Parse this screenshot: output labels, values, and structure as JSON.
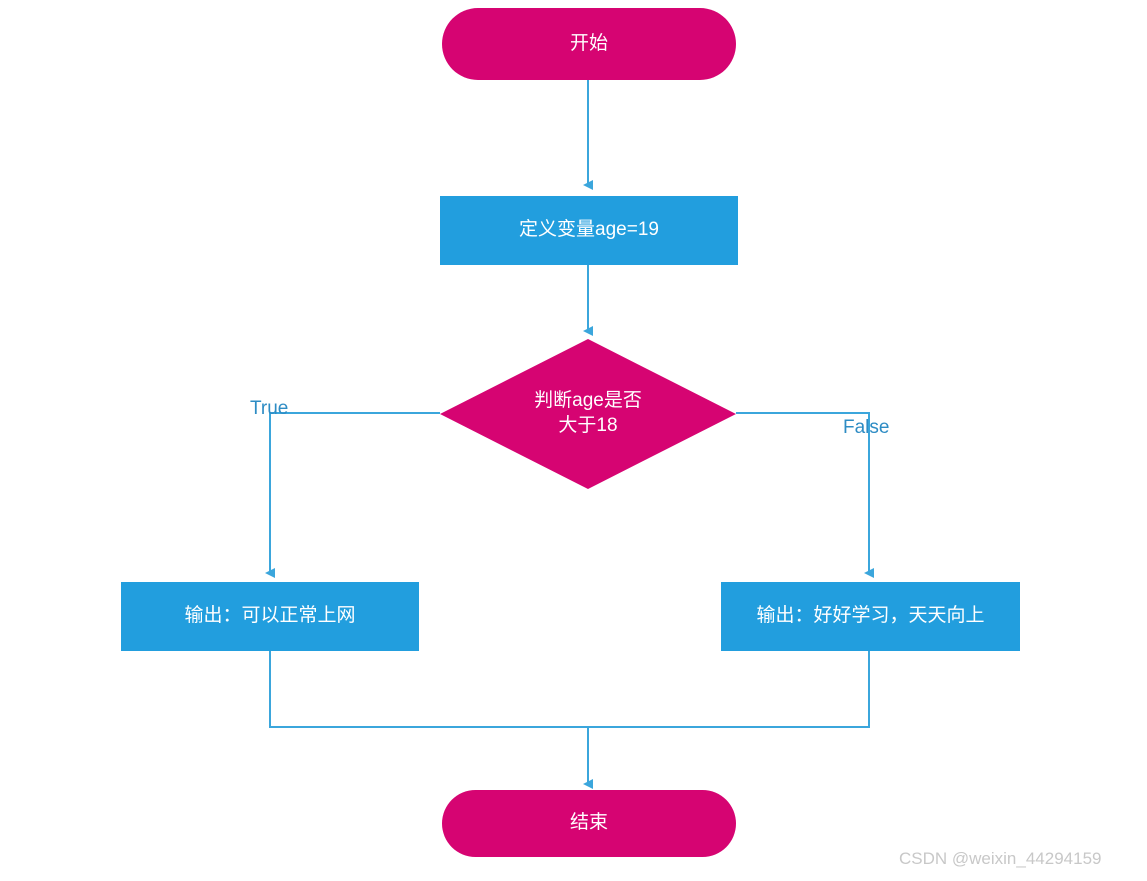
{
  "diagram": {
    "title": "age judgement flowchart",
    "colors": {
      "terminator_fill": "#D60472",
      "process_fill": "#229EDE",
      "edge_stroke": "#3BA6DC",
      "edge_label_text": "#2E8CC4",
      "node_text": "#FFFFFF",
      "background": "#FFFFFF",
      "watermark_text": "#C8C8C8"
    },
    "nodes": {
      "start": {
        "label": "开始",
        "shape": "terminator"
      },
      "define_variable": {
        "label": "定义变量age=19",
        "shape": "process"
      },
      "decision": {
        "label": "判断age是否\n大于18",
        "shape": "decision"
      },
      "output_true": {
        "label": "输出：可以正常上网",
        "shape": "process"
      },
      "output_false": {
        "label": "输出：好好学习，天天向上",
        "shape": "process"
      },
      "end": {
        "label": "结束",
        "shape": "terminator"
      }
    },
    "edge_labels": {
      "true_branch": "True",
      "false_branch": "False"
    },
    "watermark": "CSDN @weixin_44294159"
  }
}
